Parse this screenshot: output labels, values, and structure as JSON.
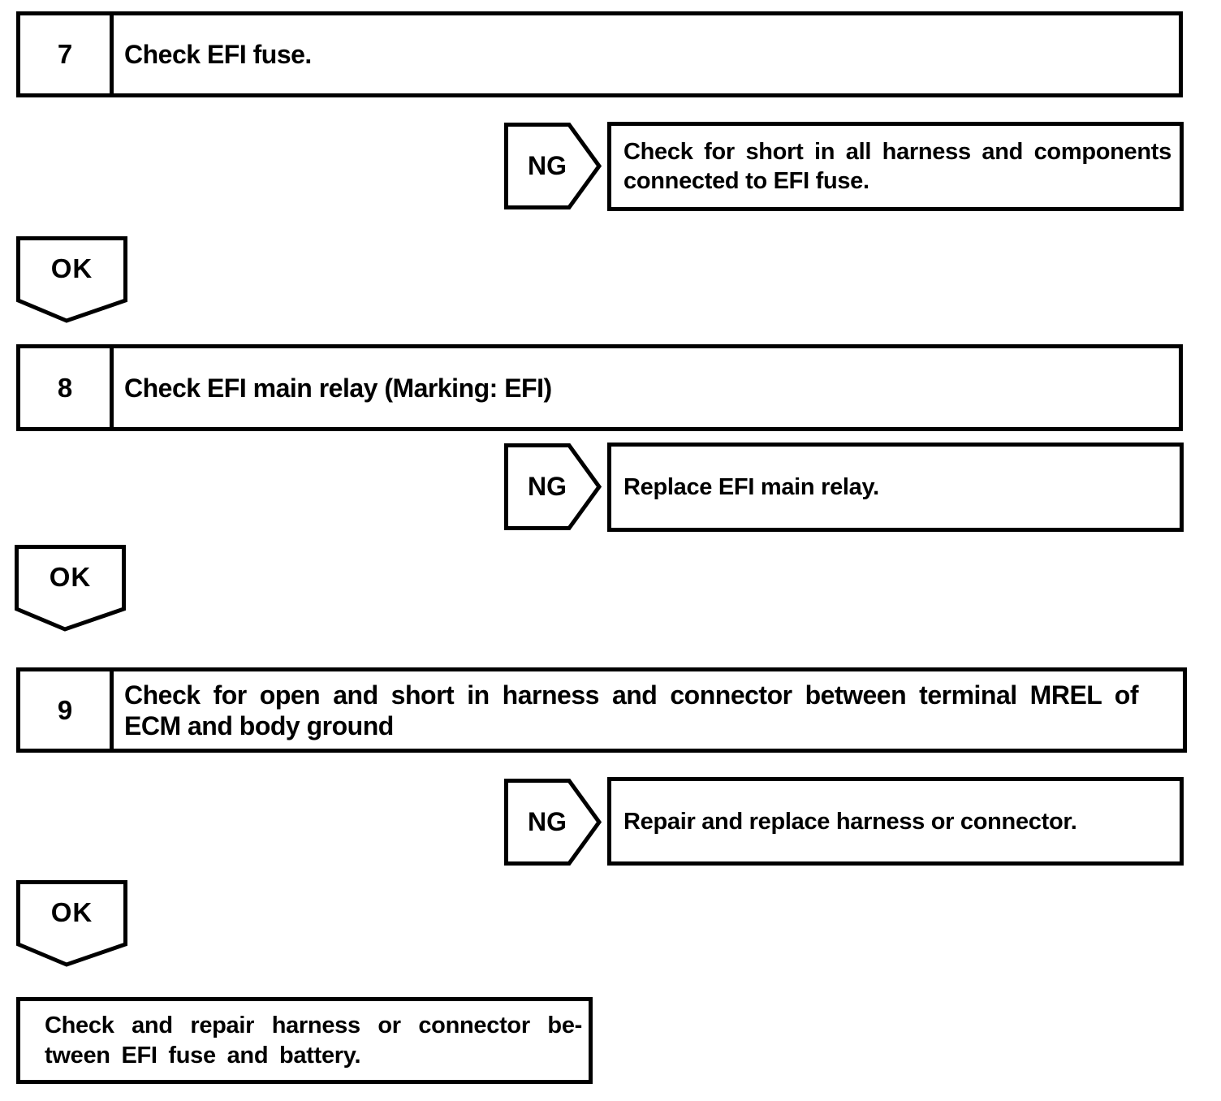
{
  "colors": {
    "ink": "#000000",
    "paper": "#ffffff"
  },
  "flowchart": {
    "steps": [
      {
        "number": "7",
        "title": "Check EFI fuse.",
        "ng_label": "NG",
        "ng_action_line1": "Check for short in all harness and components",
        "ng_action_line2": "connected to EFI fuse.",
        "ok_label": "OK"
      },
      {
        "number": "8",
        "title": "Check EFI main relay (Marking: EFI)",
        "ng_label": "NG",
        "ng_action": "Replace EFI main relay.",
        "ok_label": "OK"
      },
      {
        "number": "9",
        "title_line1": "Check for open and short in harness and connector between terminal MREL of",
        "title_line2": "ECM and body ground",
        "ng_label": "NG",
        "ng_action": "Repair and replace harness or connector.",
        "ok_label": "OK"
      }
    ],
    "final_box": {
      "line1": "Check and repair harness or connector be-",
      "line2": "tween EFI fuse and battery."
    }
  }
}
